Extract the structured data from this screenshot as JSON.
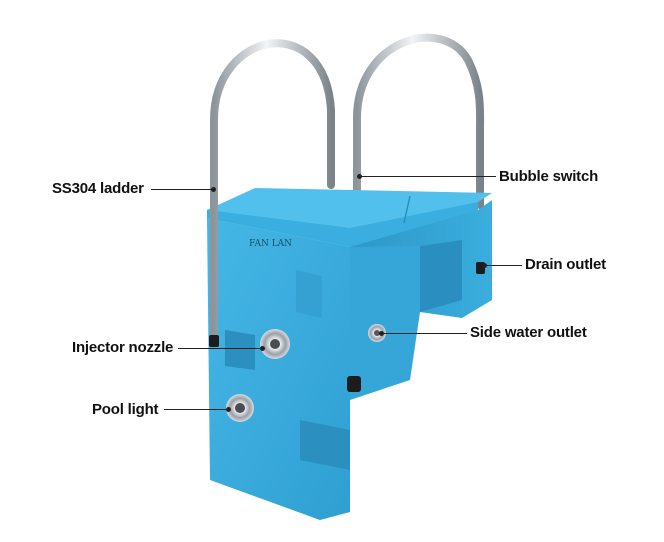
{
  "product": {
    "brand_mark": "FAN LAN",
    "body_color": "#3aaede",
    "rail_color": "#c9ced3"
  },
  "callouts": {
    "ss304_ladder": "SS304 ladder",
    "bubble_switch": "Bubble switch",
    "drain_outlet": "Drain outlet",
    "side_water_outlet": "Side water outlet",
    "injector_nozzle": "Injector nozzle",
    "pool_light": "Pool light"
  }
}
